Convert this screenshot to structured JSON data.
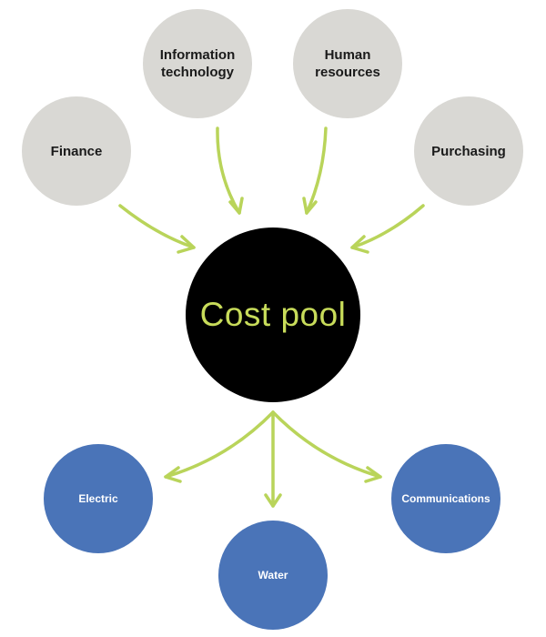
{
  "center": {
    "label": "Cost pool"
  },
  "sources": [
    {
      "id": "finance",
      "label": "Finance"
    },
    {
      "id": "it",
      "label": "Information\ntechnology"
    },
    {
      "id": "hr",
      "label": "Human\nresources"
    },
    {
      "id": "purchasing",
      "label": "Purchasing"
    }
  ],
  "targets": [
    {
      "id": "electric",
      "label": "Electric"
    },
    {
      "id": "water",
      "label": "Water"
    },
    {
      "id": "communications",
      "label": "Communications"
    }
  ],
  "colors": {
    "source_fill": "#d9d8d4",
    "target_fill": "#4a74b8",
    "center_fill": "#000000",
    "center_text": "#c8dc5a",
    "arrow": "#b9d45a"
  }
}
